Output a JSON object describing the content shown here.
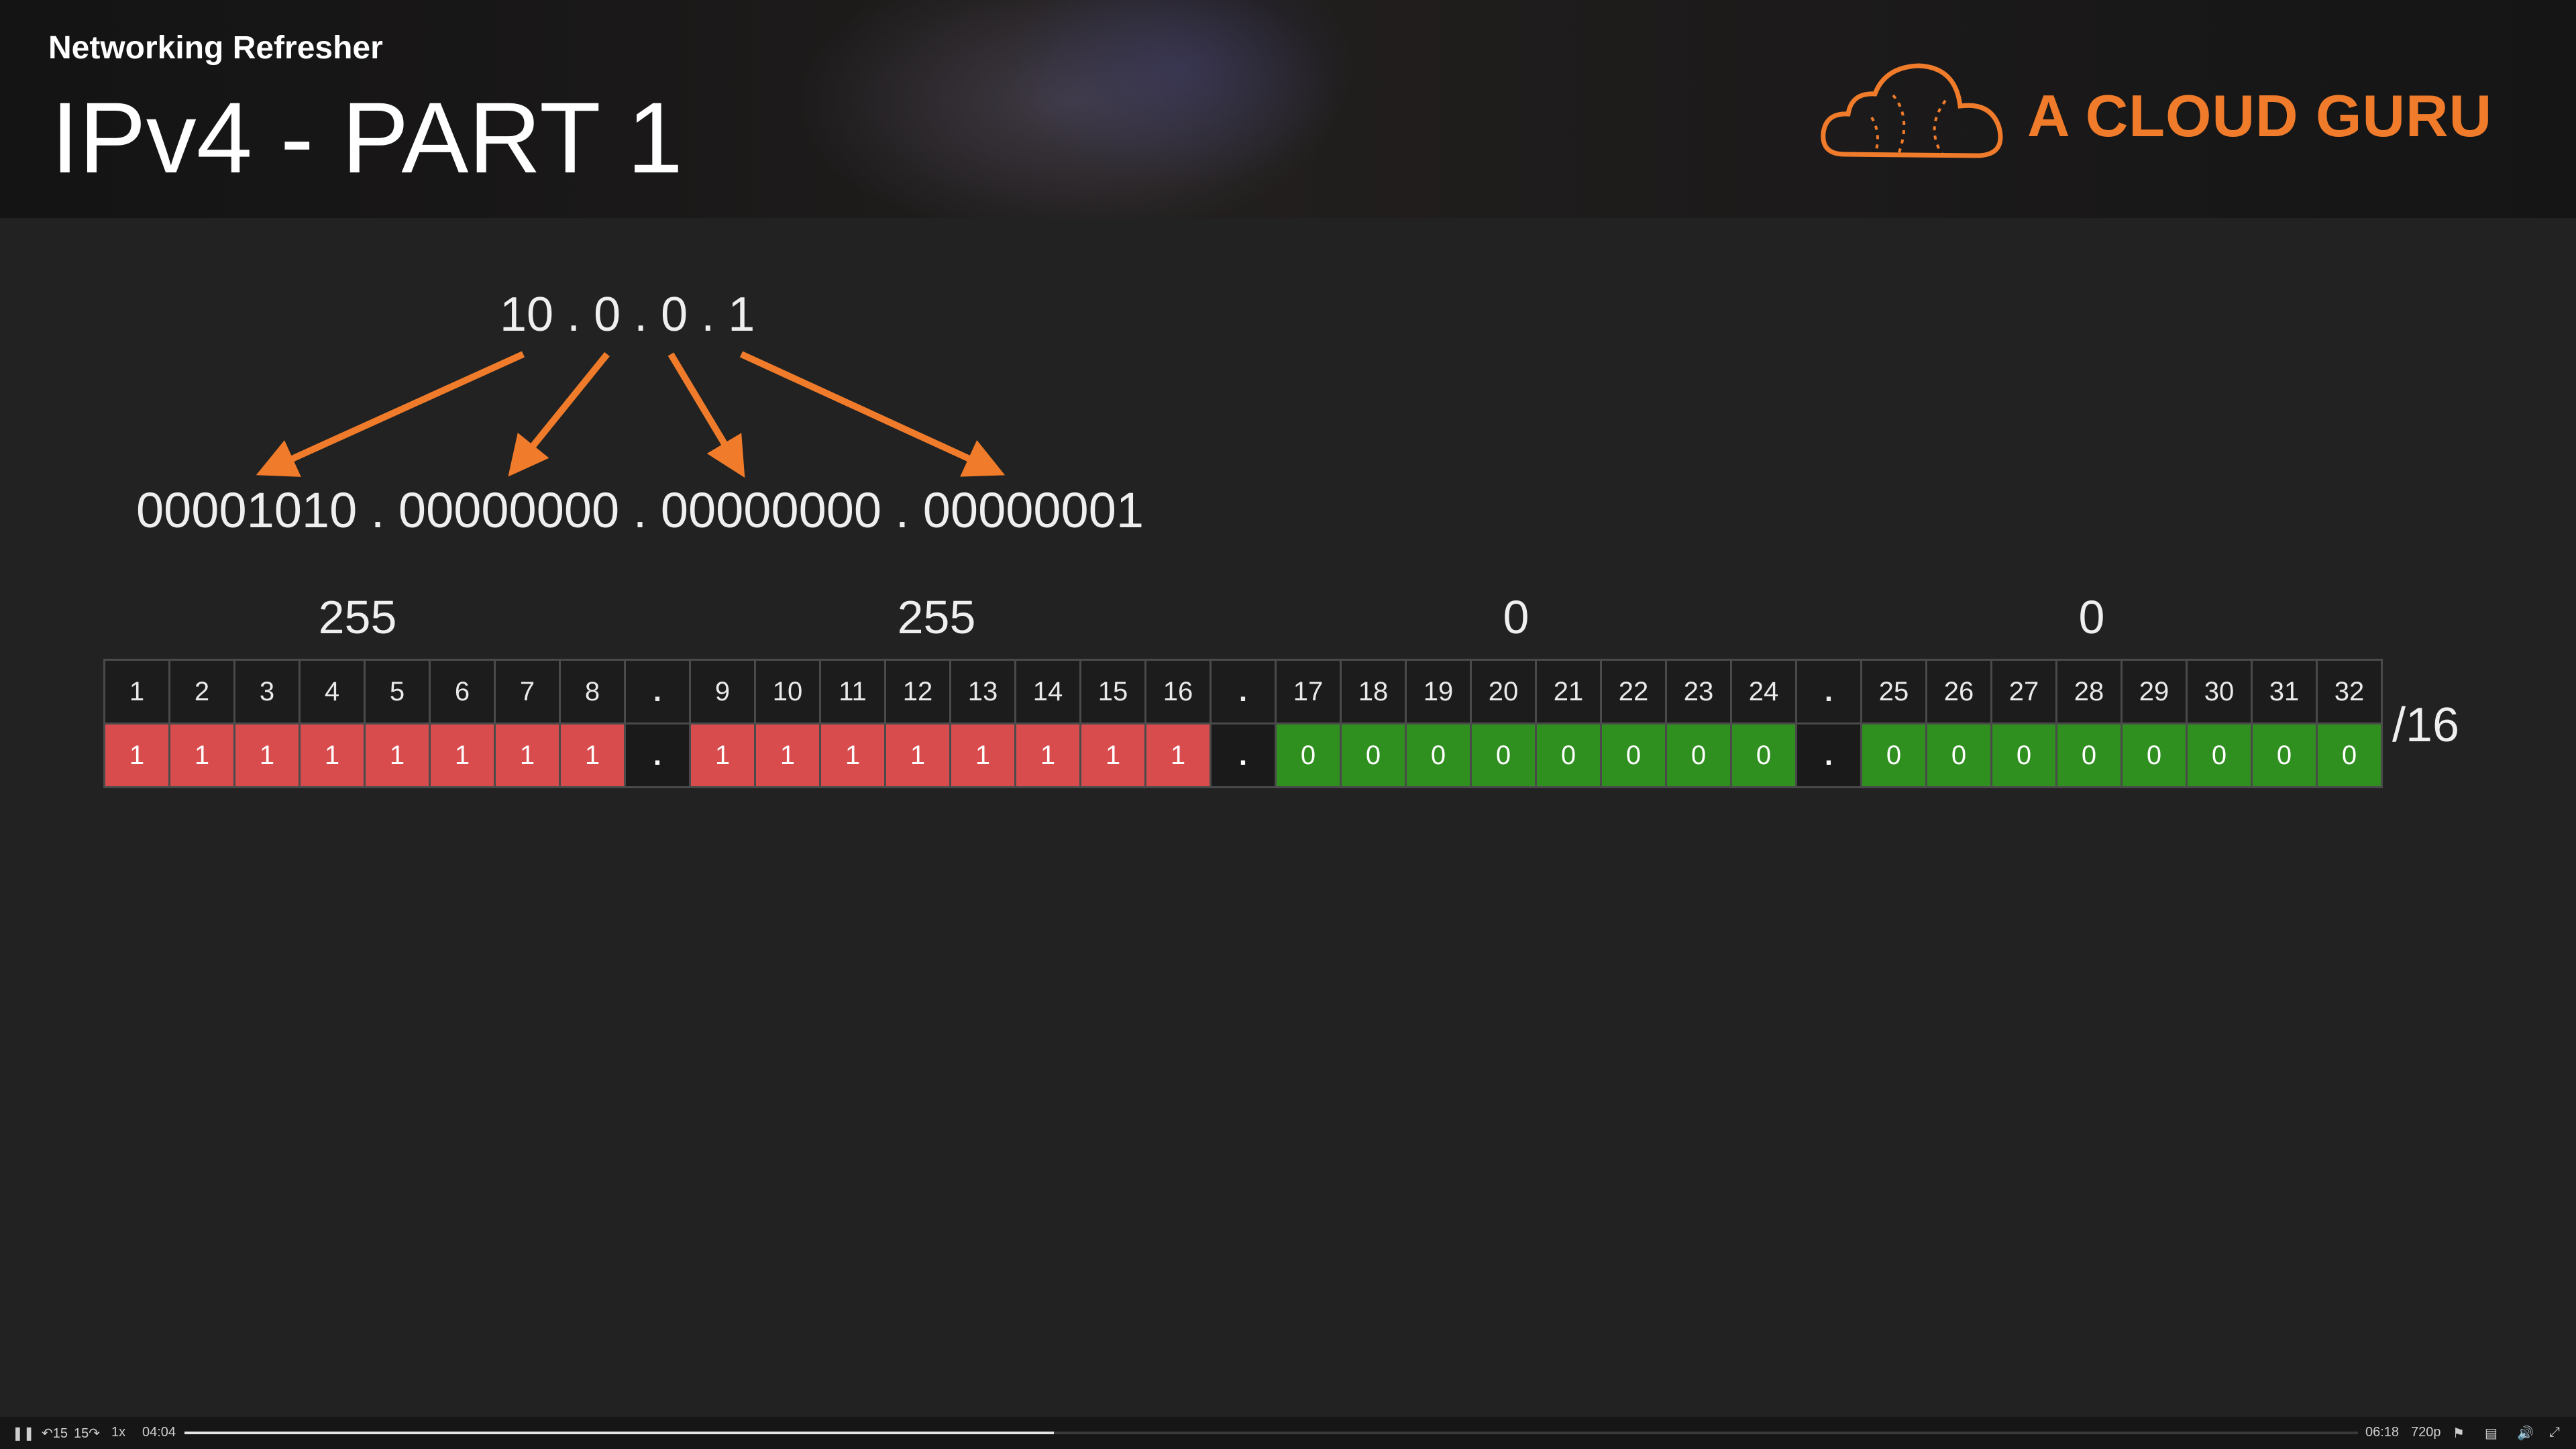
{
  "header": {
    "subtitle": "Networking Refresher",
    "title": "IPv4 - PART 1",
    "logo_text": "A CLOUD GURU"
  },
  "ip_address": "10 . 0 . 0 . 1",
  "binary_address": "00001010 . 00000000 . 00000000 . 00000001",
  "octet_values": [
    "255",
    "255",
    "0",
    "0"
  ],
  "bit_positions": [
    "1",
    "2",
    "3",
    "4",
    "5",
    "6",
    "7",
    "8",
    ".",
    "9",
    "10",
    "11",
    "12",
    "13",
    "14",
    "15",
    "16",
    ".",
    "17",
    "18",
    "19",
    "20",
    "21",
    "22",
    "23",
    "24",
    ".",
    "25",
    "26",
    "27",
    "28",
    "29",
    "30",
    "31",
    "32"
  ],
  "bit_values": [
    "1",
    "1",
    "1",
    "1",
    "1",
    "1",
    "1",
    "1",
    ".",
    "1",
    "1",
    "1",
    "1",
    "1",
    "1",
    "1",
    "1",
    ".",
    "0",
    "0",
    "0",
    "0",
    "0",
    "0",
    "0",
    "0",
    ".",
    "0",
    "0",
    "0",
    "0",
    "0",
    "0",
    "0",
    "0"
  ],
  "prefix": "/16",
  "colors": {
    "network_bits": "#d94c4e",
    "host_bits": "#2f8f1f",
    "accent": "#f07c2b"
  },
  "player": {
    "skip_back": "15",
    "skip_forward": "15",
    "speed": "1x",
    "current_time": "04:04",
    "total_time": "06:18",
    "quality": "720p",
    "progress": 0.4
  }
}
